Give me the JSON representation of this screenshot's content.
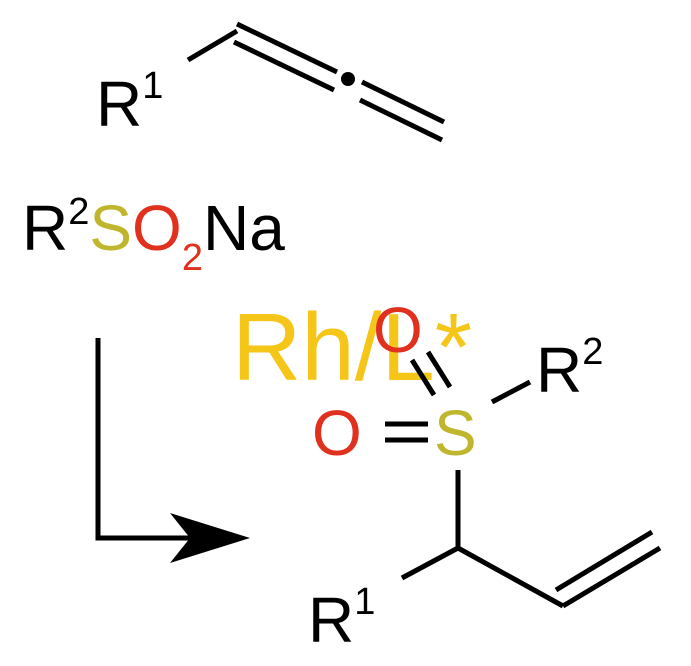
{
  "allene": {
    "substituent": {
      "symbol": "R",
      "index": "1"
    }
  },
  "sulfinate": {
    "r_symbol": "R",
    "r_index": "2",
    "sulfur": "S",
    "oxygen": "O",
    "oxygen_count": "2",
    "metal": "Na"
  },
  "catalyst": {
    "label": "Rh/L*"
  },
  "product": {
    "sulfur": "S",
    "oxygen_top": "O",
    "oxygen_left": "O",
    "r2_symbol": "R",
    "r2_index": "2",
    "r1_symbol": "R",
    "r1_index": "1"
  },
  "colors": {
    "bond": "#000000",
    "sulfur": "#BFB62E",
    "oxygen": "#E0301E",
    "catalyst": "#F5C518"
  },
  "icons": [
    "reaction-arrow-icon",
    "allene-center-dot-icon"
  ]
}
